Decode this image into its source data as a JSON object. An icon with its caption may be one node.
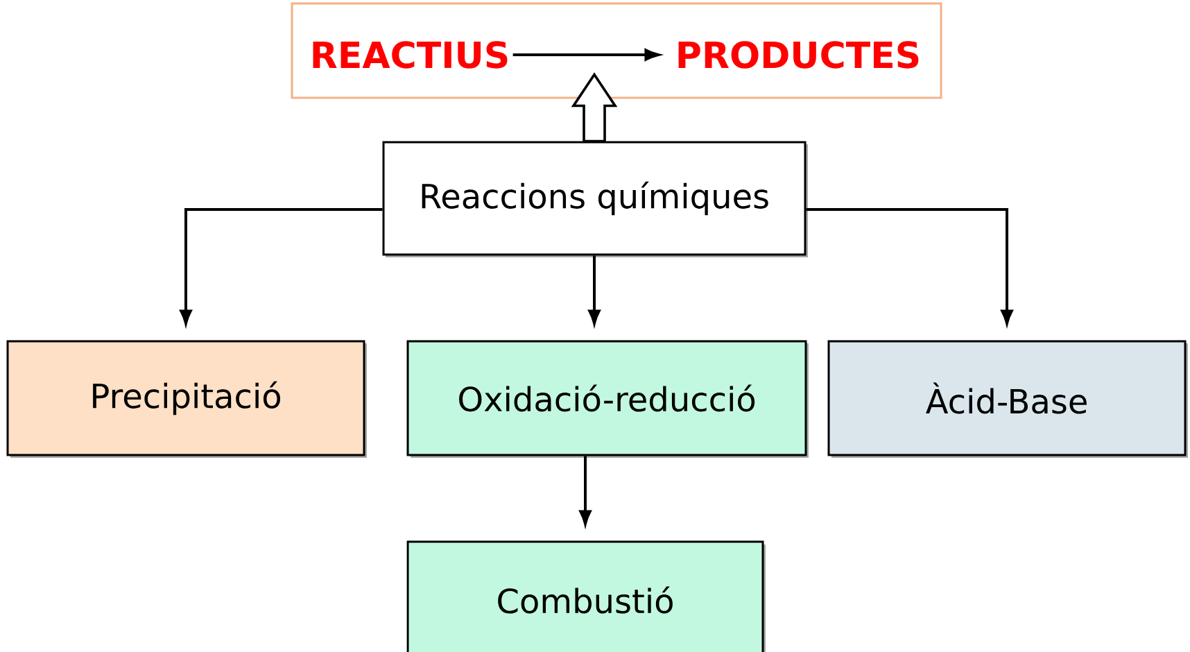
{
  "diagram": {
    "nodes": [
      {
        "text": [],
        "shape": "box"
      },
      {
        "text": [
          "REACTIUS"
        ],
        "in": 0
      },
      {
        "text": [
          "PRODUCTES"
        ],
        "in": 0
      },
      {
        "text": [
          "Reaccions químiques"
        ]
      },
      {
        "text": [
          "Precipitació"
        ]
      },
      {
        "text": [
          "Oxidació-reducció"
        ]
      },
      {
        "text": [
          "Àcid-Base"
        ]
      },
      {
        "text": [
          "Combustió"
        ]
      }
    ],
    "edges": [
      {
        "from": 1,
        "to": 2,
        "arrow": "to"
      },
      {
        "from": 3,
        "to": 0,
        "arrow": "to",
        "style": "thick"
      },
      {
        "from": 3,
        "to": 4,
        "arrow": "to"
      },
      {
        "from": 3,
        "to": 5,
        "arrow": "to"
      },
      {
        "from": 3,
        "to": 6,
        "arrow": "to"
      },
      {
        "from": 5,
        "to": 7,
        "arrow": "to"
      }
    ]
  }
}
